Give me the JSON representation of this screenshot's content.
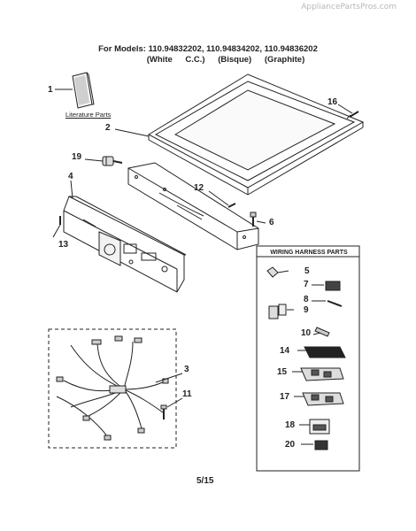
{
  "watermark": "AppliancePartsPros.com",
  "header": {
    "models": "For Models: 110.94832202, 110.94834202, 110.94836202",
    "colors": [
      "(White C.C.)",
      "(Bisque)",
      "(Graphite)"
    ]
  },
  "literature_label": "Literature Parts",
  "harness_box_title": "WIRING HARNESS PARTS",
  "page_number": "5/15",
  "callouts": {
    "c1": "1",
    "c2": "2",
    "c3": "3",
    "c4": "4",
    "c5": "5",
    "c6": "6",
    "c7": "7",
    "c8": "8",
    "c9": "9",
    "c10": "10",
    "c11": "11",
    "c12": "12",
    "c13": "13",
    "c14": "14",
    "c15": "15",
    "c16": "16",
    "c17": "17",
    "c18": "18",
    "c19": "19",
    "c20": "20"
  },
  "colors": {
    "ink": "#222222",
    "watermark": "#b8b8b8"
  }
}
